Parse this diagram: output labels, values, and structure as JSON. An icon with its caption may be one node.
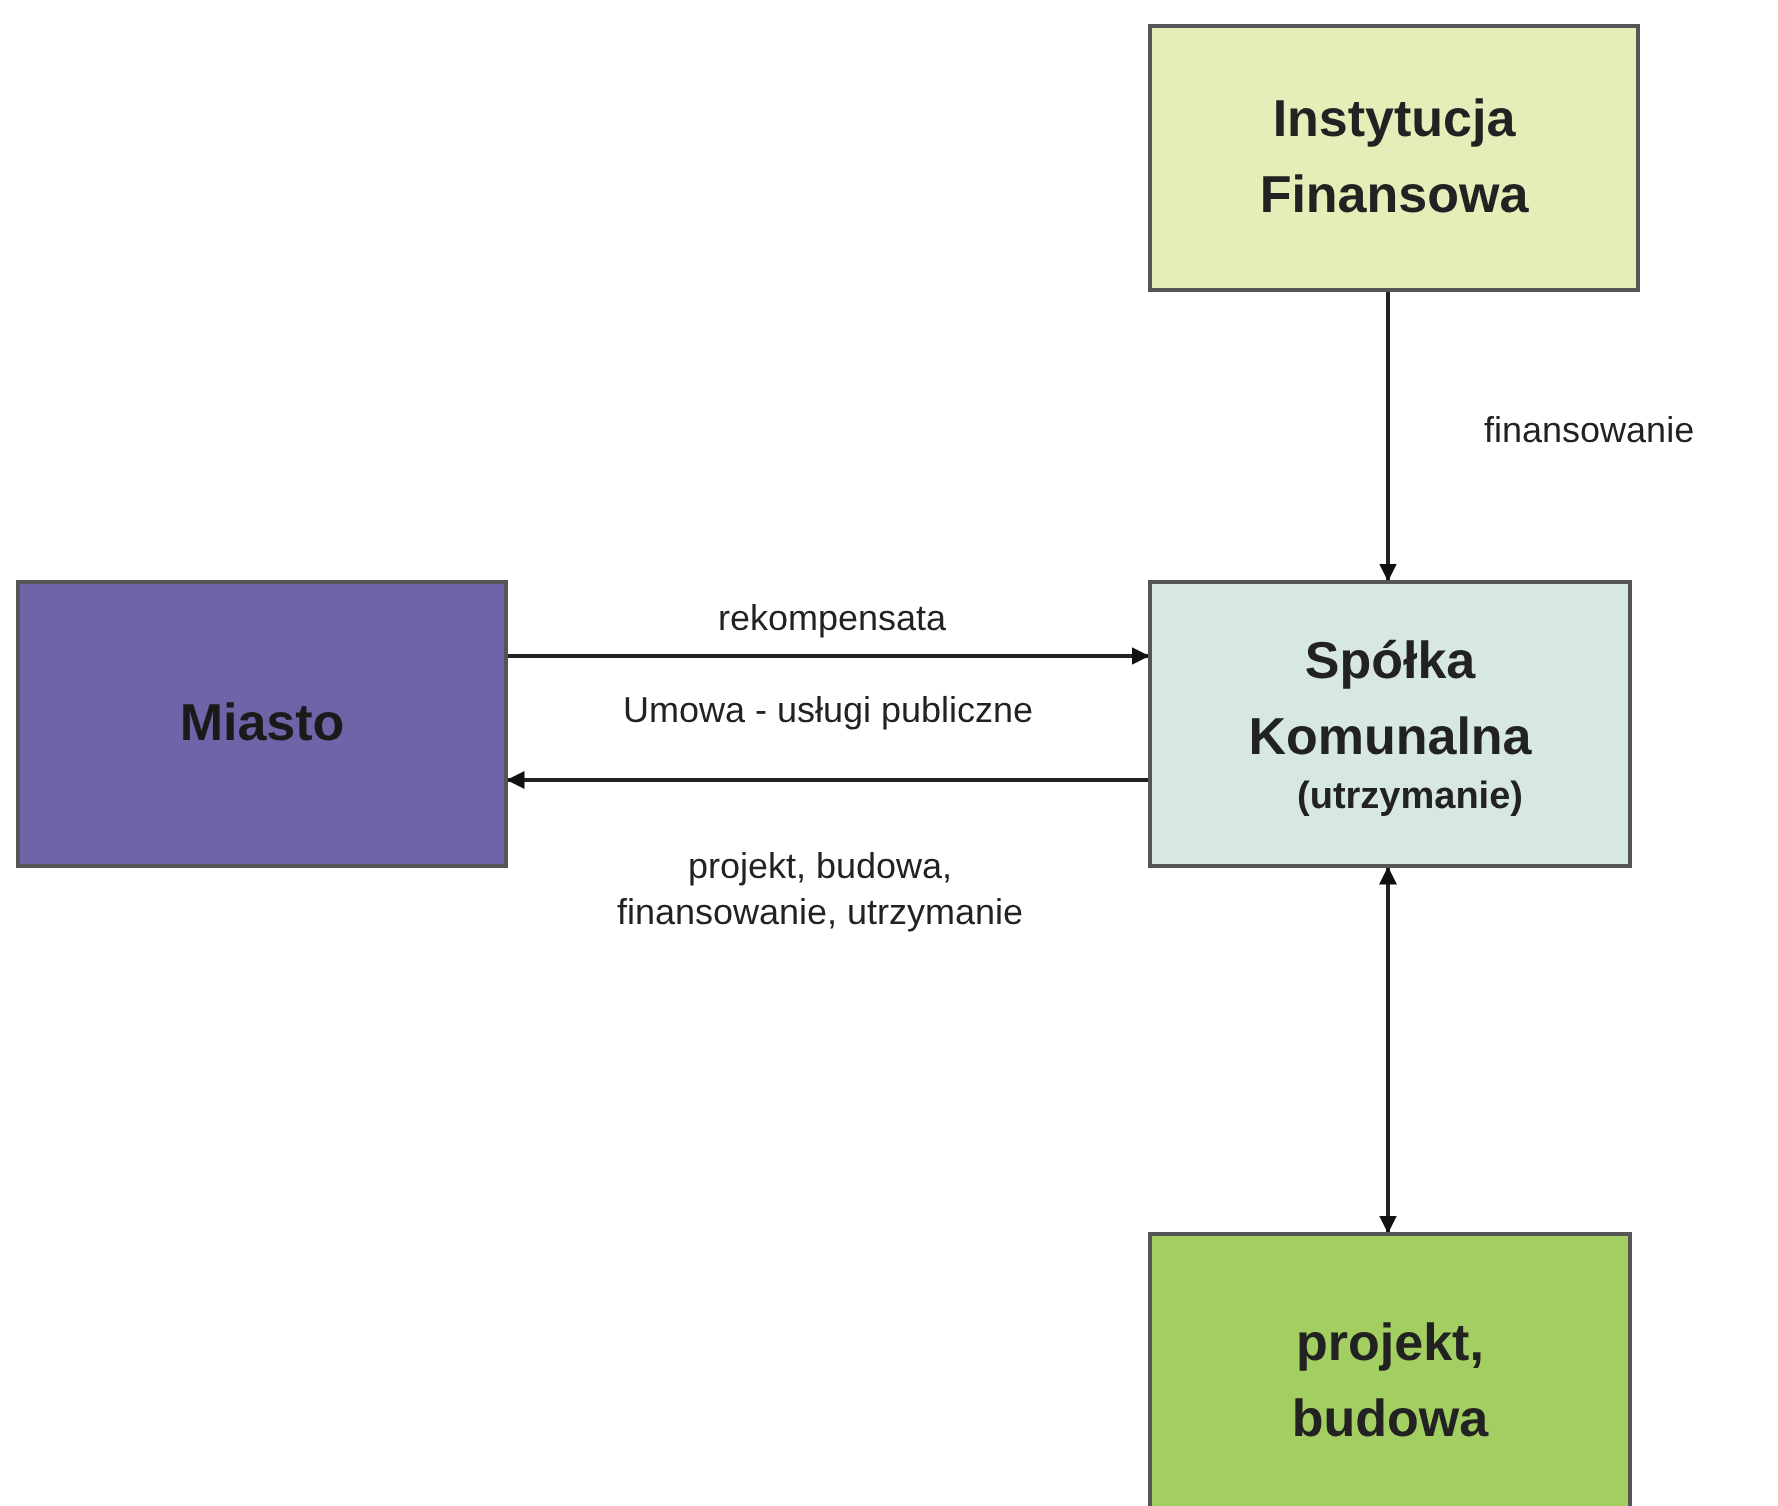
{
  "diagram": {
    "nodes": [
      {
        "text": [
          "Instytucja Finansowa"
        ]
      },
      {
        "text": [
          "Miasto"
        ]
      },
      {
        "text": [
          "Spółka Komunalna",
          "(utrzymanie)"
        ]
      },
      {
        "text": [
          "projekt, budowa"
        ]
      }
    ],
    "edges": [
      {
        "from": 0,
        "to": 2,
        "arrow": "to",
        "label": "finansowanie"
      },
      {
        "from": 1,
        "to": 2,
        "arrow": "to",
        "label": "rekompensata"
      },
      {
        "from": 2,
        "to": 1,
        "arrow": "to",
        "label": "Umowa - usługi publiczne"
      },
      {
        "from": 2,
        "to": 3,
        "arrow": "both"
      }
    ],
    "labels": [
      "projekt, budowa, finansowanie, utrzymanie"
    ]
  }
}
